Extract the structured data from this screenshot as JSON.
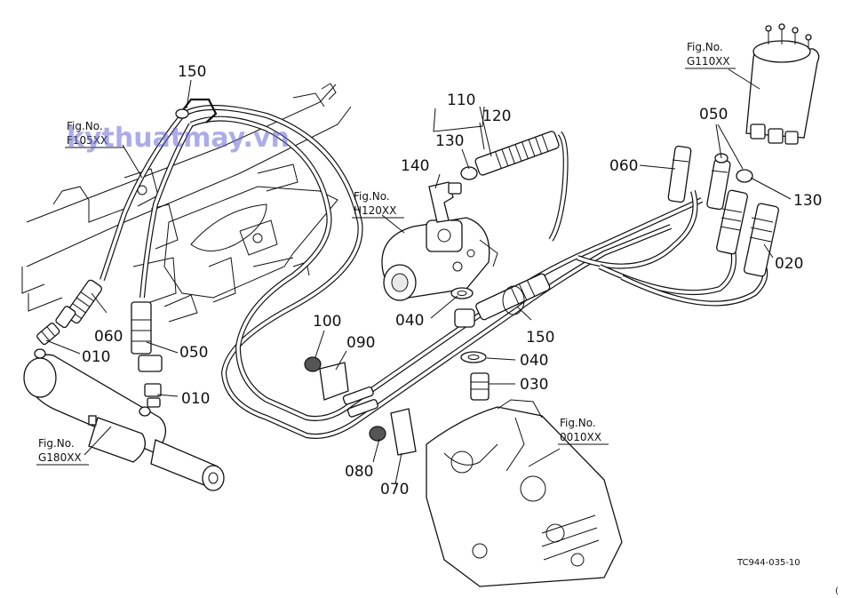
{
  "watermark": "kythuatmay.vn",
  "drawing_code": "TC944-035-10",
  "corner_mark": "(",
  "fig_refs": {
    "f105": {
      "label": "Fig.No.",
      "code": "F105XX"
    },
    "g180": {
      "label": "Fig.No.",
      "code": "G180XX"
    },
    "h120": {
      "label": "Fig.No.",
      "code": "H120XX"
    },
    "g110": {
      "label": "Fig.No.",
      "code": "G110XX"
    },
    "c0010": {
      "label": "Fig.No.",
      "code": "0010XX"
    }
  },
  "part_labels": {
    "p150_top": "150",
    "p110": "110",
    "p120": "120",
    "p130_top": "130",
    "p140": "140",
    "p060_left": "060",
    "p010_left": "010",
    "p050_left": "050",
    "p010_mid": "010",
    "p100": "100",
    "p090": "090",
    "p040_mid": "040",
    "p150_mid": "150",
    "p040_low": "040",
    "p030": "030",
    "p080": "080",
    "p070": "070",
    "p060_right": "060",
    "p050_right": "050",
    "p130_right": "130",
    "p020": "020"
  }
}
